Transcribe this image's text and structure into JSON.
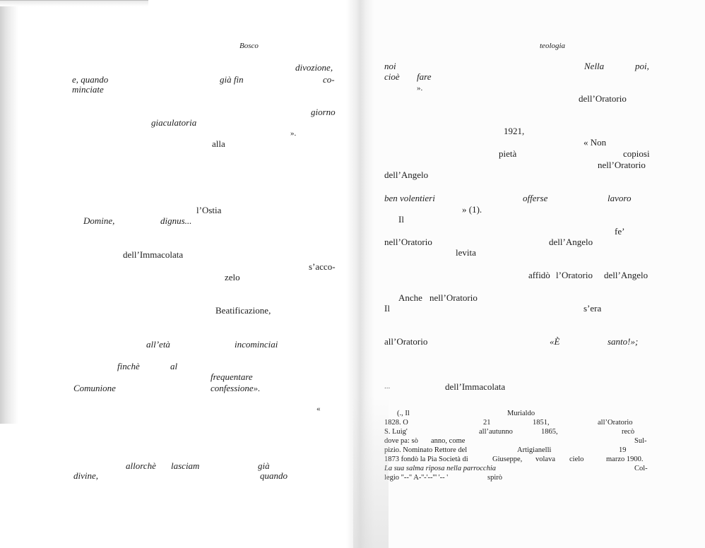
{
  "left_page": {
    "running_head": "Bosco",
    "words": {
      "divozione": "divozione,",
      "e_quando": "e, quando",
      "gia_fin": "già fin",
      "co": "co-",
      "minciate": "minciate",
      "giorno": "giorno",
      "giaculatoria": "giaculatoria",
      "close_quote": "».",
      "alla": "alla",
      "ostia": "l’Ostia",
      "domine": "Domine,",
      "dignus": "dignus...",
      "immacolata": "dell’Immacolata",
      "sacco": "s’acco-",
      "zelo": "zelo",
      "beatificazione": "Beatificazione,",
      "alleta": "all’età",
      "incominciai": "incominciai",
      "finche": "finchè",
      "al": "al",
      "frequentare": "frequentare",
      "comunione": "Comunione",
      "confessione": "confessione».",
      "open_quote": "«",
      "allorche": "allorchè",
      "lasciam": "lasciam",
      "gia": "già",
      "divine": "divine,",
      "quando": "quando"
    }
  },
  "right_page": {
    "running_head": "teologia",
    "words": {
      "noi": "noi",
      "nella": "Nella",
      "poi": "poi,",
      "cioe": "cioè",
      "fare": "fare",
      "close_quote": "».",
      "oratorio_1": "dell’Oratorio",
      "year": "1921,",
      "non": "« Non",
      "pieta": "pietà",
      "copiosi": "copiosi",
      "oratorio_2": "nell’Oratorio",
      "angelo_1": "dell’Angelo",
      "ben_volentieri": "ben volentieri",
      "offerse": "offerse",
      "lavoro": "lavoro",
      "ref_1": "» (1).",
      "il_1": "Il",
      "fe": "fe’",
      "oratorio_3": "nell’Oratorio",
      "angelo_2": "dell’Angelo",
      "levita": "levita",
      "affido": "affidò",
      "oratorio_4": "l’Oratorio",
      "angelo_3": "dell’Angelo",
      "anche": "Anche",
      "oratorio_5": "nell’Oratorio",
      "il_2": "Il",
      "sera": "s’era",
      "oratorio_6": "all’Oratorio",
      "e_santo": "«È",
      "santo": "santo!»;",
      "ellipsis": "...",
      "immacolata": "dell’Immacolata"
    },
    "footnote": {
      "il": "(., Il",
      "murialdo": "Murialdo",
      "n1828": "1828. O",
      "n21": "21",
      "n1851": "1851,",
      "alloratorio": "all’Oratorio",
      "sluig": "S. Luig'",
      "allautunno": "all’autunno",
      "n1865": "1865,",
      "reco": "recò",
      "dove": "dove pa: sò",
      "anno_come": "anno, come",
      "sul": "Sul-",
      "pizio": "pizio. Nominato Rettore del",
      "artigianelli": "Artigianelli",
      "n19": "19",
      "fondo": "1873 fondò la Pia Società di",
      "giuseppe": "Giuseppe,",
      "volava": "volava",
      "cielo": "cielo",
      "marzo": "marzo 1900.",
      "salma": "La sua salma riposa nella parrocchia",
      "col": "Col-",
      "legio": "legio \"--\" A-''-'--''' '-- '",
      "spiro": "spirò"
    }
  }
}
